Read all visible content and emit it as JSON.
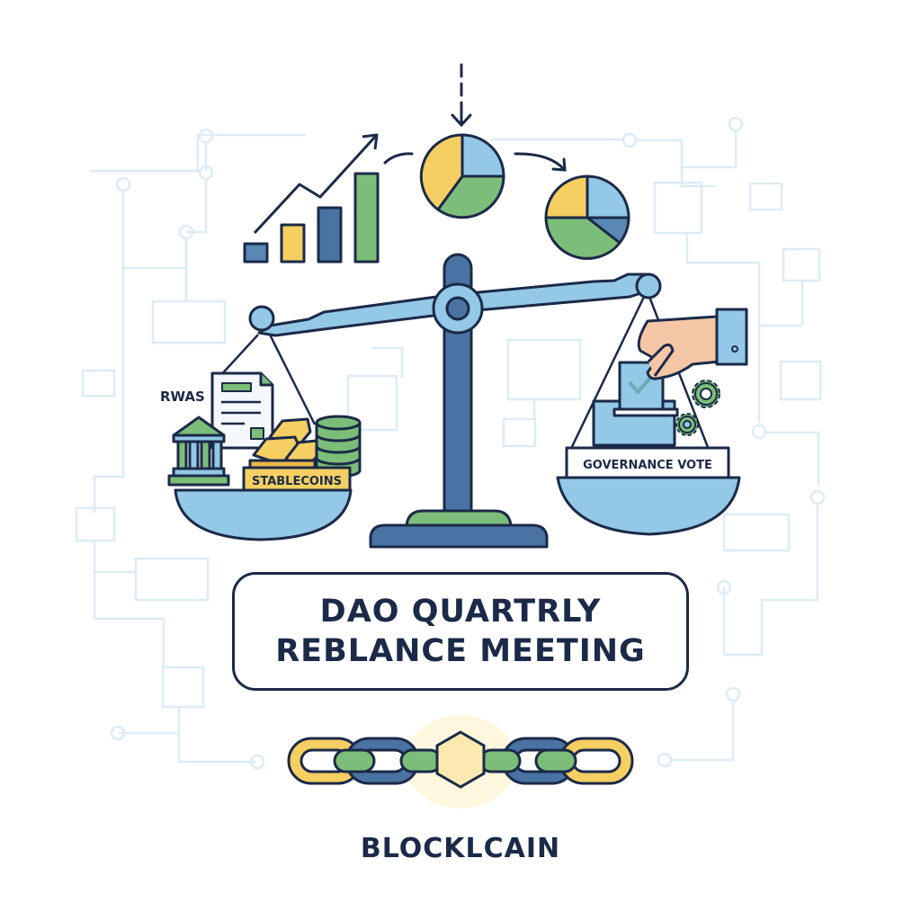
{
  "title": {
    "line1": "DAO QUARTRLY",
    "line2": "REBLANCE MEETING"
  },
  "footer": {
    "label": "BLOCKLCAIN"
  },
  "scale": {
    "left_pan": {
      "side_label": "RWAS",
      "box_label": "STABLECOINS",
      "items": [
        "bank-building-icon",
        "document-icon",
        "gold-bars-icon",
        "coin-stack-icon"
      ]
    },
    "right_pan": {
      "label": "GOVERNANCE VOTE",
      "items": [
        "hand-icon",
        "ballot-box-icon",
        "checkmark-icon",
        "gear-icon"
      ]
    }
  },
  "top_graphics": {
    "bar_chart_bars": 4,
    "pie_before": "pie-chart-before-icon",
    "pie_after": "pie-chart-after-icon"
  },
  "colors": {
    "navy": "#1b2a48",
    "steel_blue": "#4a72a3",
    "light_blue": "#93c8e6",
    "green": "#7dbd7a",
    "yellow": "#f6cf62",
    "skin": "#f5c6a5",
    "circuit": "#dcecf6"
  }
}
